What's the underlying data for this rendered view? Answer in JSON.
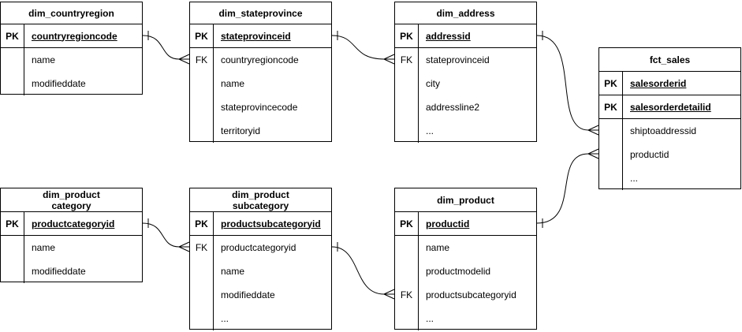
{
  "diagram": {
    "type": "entity-relationship",
    "colors": {
      "line": "#000000",
      "background": "#ffffff",
      "table_fill": "#ffffff",
      "text": "#000000"
    },
    "tables": [
      {
        "id": "dim_countryregion",
        "title": "dim_countryregion",
        "rows": [
          {
            "key": "PK",
            "field": "countryregioncode"
          },
          {
            "key": "",
            "field": "name"
          },
          {
            "key": "",
            "field": "modifieddate"
          }
        ]
      },
      {
        "id": "dim_stateprovince",
        "title": "dim_stateprovince",
        "rows": [
          {
            "key": "PK",
            "field": "stateprovinceid"
          },
          {
            "key": "FK",
            "field": "countryregioncode"
          },
          {
            "key": "",
            "field": "name"
          },
          {
            "key": "",
            "field": "stateprovincecode"
          },
          {
            "key": "",
            "field": "territoryid"
          }
        ]
      },
      {
        "id": "dim_address",
        "title": "dim_address",
        "rows": [
          {
            "key": "PK",
            "field": "addressid"
          },
          {
            "key": "FK",
            "field": "stateprovinceid"
          },
          {
            "key": "",
            "field": "city"
          },
          {
            "key": "",
            "field": "addressline2"
          },
          {
            "key": "",
            "field": "..."
          }
        ]
      },
      {
        "id": "fct_sales",
        "title": "fct_sales",
        "rows": [
          {
            "key": "PK",
            "field": "salesorderid"
          },
          {
            "key": "PK",
            "field": "salesorderdetailid"
          },
          {
            "key": "",
            "field": "shiptoaddressid"
          },
          {
            "key": "",
            "field": "productid"
          },
          {
            "key": "",
            "field": "..."
          }
        ]
      },
      {
        "id": "dim_productcategory",
        "title": "dim_product\ncategory",
        "rows": [
          {
            "key": "PK",
            "field": "productcategoryid"
          },
          {
            "key": "",
            "field": "name"
          },
          {
            "key": "",
            "field": "modifieddate"
          }
        ]
      },
      {
        "id": "dim_productsubcategory",
        "title": "dim_product\nsubcategory",
        "rows": [
          {
            "key": "PK",
            "field": "productsubcategoryid"
          },
          {
            "key": "FK",
            "field": "productcategoryid"
          },
          {
            "key": "",
            "field": "name"
          },
          {
            "key": "",
            "field": "modifieddate"
          },
          {
            "key": "",
            "field": "..."
          }
        ]
      },
      {
        "id": "dim_product",
        "title": "dim_product",
        "rows": [
          {
            "key": "PK",
            "field": "productid"
          },
          {
            "key": "",
            "field": "name"
          },
          {
            "key": "",
            "field": "productmodelid"
          },
          {
            "key": "FK",
            "field": "productsubcategoryid"
          },
          {
            "key": "",
            "field": "..."
          }
        ]
      }
    ],
    "relationships": [
      {
        "from": "dim_countryregion.countryregioncode",
        "to": "dim_stateprovince.countryregioncode",
        "from_cardinality": "one",
        "to_cardinality": "many"
      },
      {
        "from": "dim_stateprovince.stateprovinceid",
        "to": "dim_address.stateprovinceid",
        "from_cardinality": "one",
        "to_cardinality": "many"
      },
      {
        "from": "dim_address.addressid",
        "to": "fct_sales.shiptoaddressid",
        "from_cardinality": "one",
        "to_cardinality": "many"
      },
      {
        "from": "dim_product.productid",
        "to": "fct_sales.productid",
        "from_cardinality": "one",
        "to_cardinality": "many"
      },
      {
        "from": "dim_productcategory.productcategoryid",
        "to": "dim_productsubcategory.productcategoryid",
        "from_cardinality": "one",
        "to_cardinality": "many"
      },
      {
        "from": "dim_productsubcategory.productsubcategoryid",
        "to": "dim_product.productsubcategoryid",
        "from_cardinality": "one",
        "to_cardinality": "many"
      }
    ]
  }
}
